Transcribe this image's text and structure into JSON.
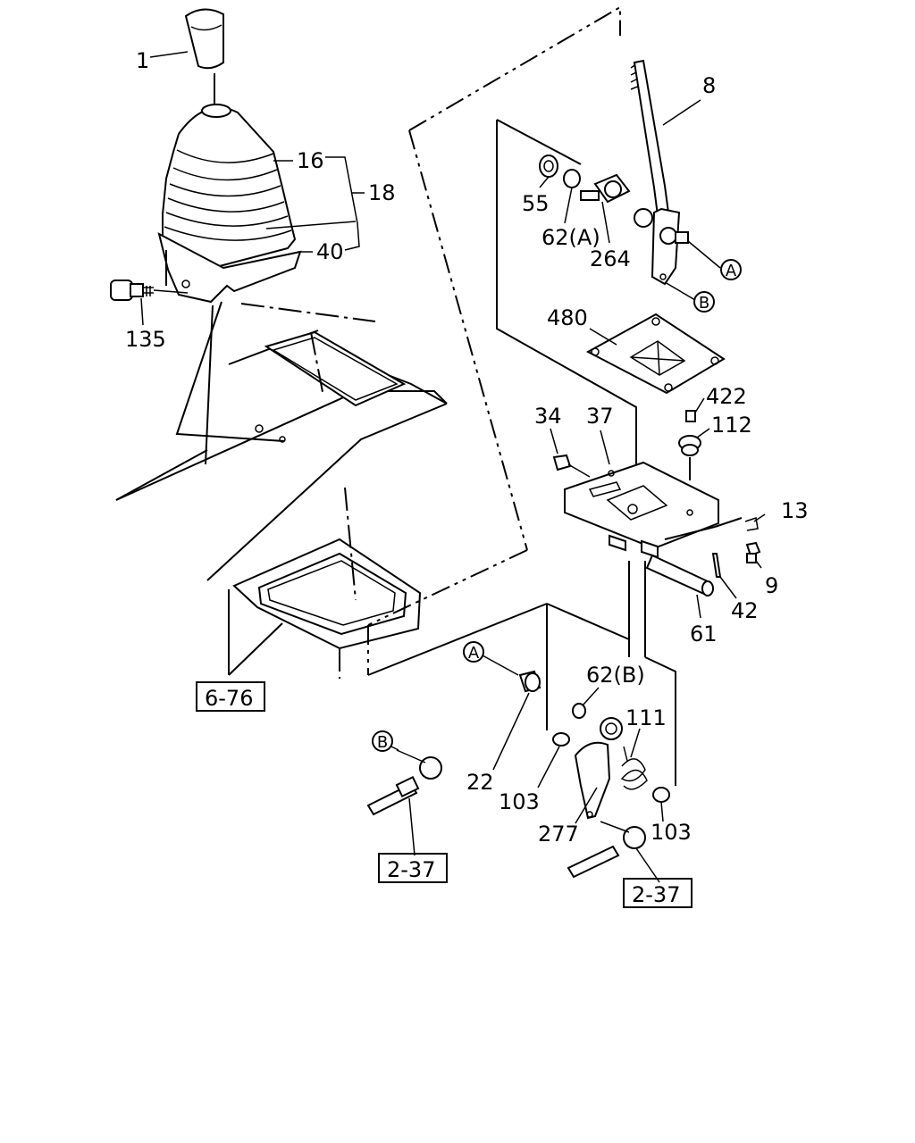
{
  "callouts": {
    "p1": "1",
    "p16": "16",
    "p18": "18",
    "p40": "40",
    "p135": "135",
    "p8": "8",
    "p55": "55",
    "p62a": "62(A)",
    "p264": "264",
    "p480": "480",
    "p422": "422",
    "p112": "112",
    "p34": "34",
    "p37": "37",
    "p13": "13",
    "p9": "9",
    "p42": "42",
    "p61": "61",
    "p62b": "62(B)",
    "p111": "111",
    "p22": "22",
    "p103a": "103",
    "p103b": "103",
    "p277": "277"
  },
  "references": {
    "ref_6_76": "6-76",
    "ref_2_37_left": "2-37",
    "ref_2_37_right": "2-37"
  },
  "markers": {
    "a_top": "A",
    "b_top": "B",
    "a_lower": "A",
    "b_lower": "B"
  }
}
